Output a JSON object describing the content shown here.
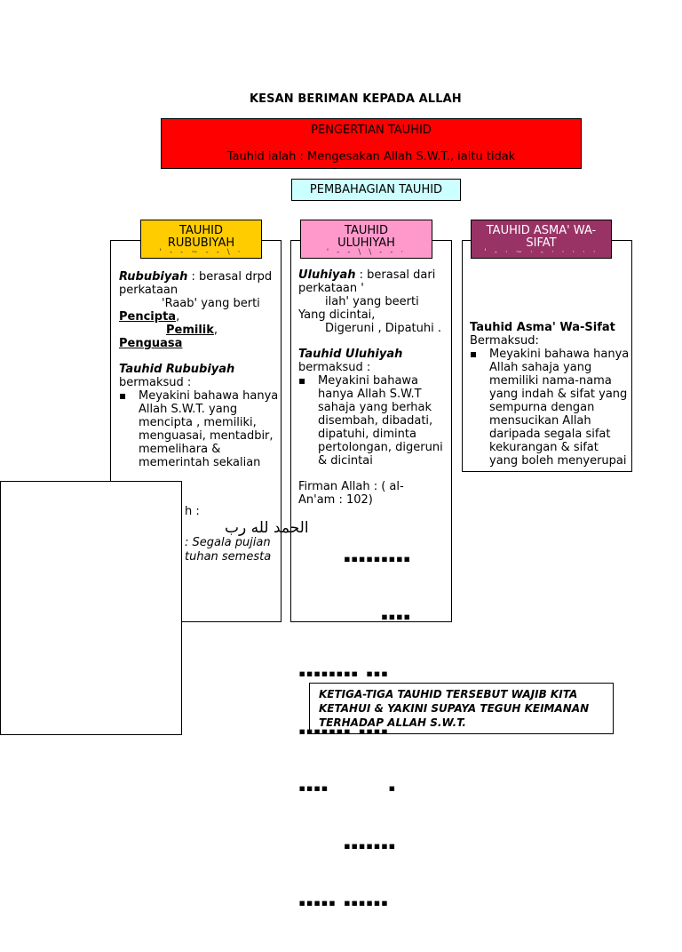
{
  "title": "KESAN BERIMAN KEPADA ALLAH",
  "definition": {
    "heading": "PENGERTIAN TAUHID",
    "text": "Tauhid ialah :  Mengesakan Allah S.W.T., iaitu tidak"
  },
  "division": "PEMBAHAGIAN TAUHID",
  "columns": [
    {
      "header_line1": "TAUHID",
      "header_line2": "RUBUBIYAH",
      "header_cut": "' - - ~ - -  \\ ·",
      "term": "Rububiyah",
      "origin": " : berasal drpd",
      "line2": "perkataan",
      "line3": "'Raab' yang berti",
      "word1": "Pencipta",
      "comma1": ",",
      "word2": "Pemilik",
      "comma2": ",",
      "word3": "Penguasa",
      "sub_heading": "Tauhid Rububiyah",
      "means": "bermaksud :",
      "bullet": "Meyakini bahawa hanya Allah   S.W.T. yang mencipta , memiliki, menguasai, mentadbir, memelihara & memerintah sekalian",
      "overflow_label": "h :",
      "arabic": "الحمد لله رب",
      "overflow_meaning": ": Segala pujian",
      "overflow_meaning2": "tuhan semesta"
    },
    {
      "header_line1": "TAUHID",
      "header_line2": "ULUHIYAH",
      "header_cut": "' - - \\ \\ - -  ·",
      "term": "Uluhiyah",
      "origin": " : berasal dari",
      "line2": "perkataan '",
      "line3": "ilah'  yang beerti",
      "line4": "Yang dicintai,",
      "line5": "Digeruni , Dipatuhi .",
      "sub_heading": "Tauhid Uluhiyah",
      "means": "bermaksud :",
      "bullet": "Meyakini bahawa hanya Allah   S.W.T sahaja  yang berhak disembah, dibadati, dipatuhi,   diminta pertolongan, digeruni & dicintai",
      "firman1": "Firman Allah : ( al-",
      "firman2": "An'am : 102)",
      "verse_lines": [
        "      ▪▪▪▪▪▪▪▪▪",
        "           ▪▪▪▪",
        "▪▪▪▪▪▪▪▪ ▪▪▪",
        "▪▪▪▪▪▪▪ ▪▪▪▪",
        "▪▪▪▪        ▪",
        "      ▪▪▪▪▪▪▪",
        "▪▪▪▪▪ ▪▪▪▪▪▪"
      ]
    },
    {
      "header_line1": "TAUHID ASMA' WA-",
      "header_line2": "SIFAT",
      "header_cut": "' - · ~ · - ·  · · · ·",
      "sub_heading": "Tauhid Asma' Wa-Sifat",
      "means": "Bermaksud:",
      "bullet": "Meyakini bahawa hanya Allah   sahaja yang memiliki nama-nama yang indah  & sifat yang sempurna dengan mensucikan Allah daripada segala sifat kekurangan & sifat yang boleh menyerupai"
    }
  ],
  "conclusion": "KETIGA-TIGA TAUHID  TERSEBUT WAJIB KITA KETAHUI & YAKINI SUPAYA TEGUH KEIMANAN TERHADAP ALLAH S.W.T.",
  "colors": {
    "definition_bg": "#ff0000",
    "division_bg": "#ccffff",
    "rububiyah_bg": "#ffcc00",
    "uluhiyah_bg": "#ff99cc",
    "asma_bg": "#993366"
  }
}
